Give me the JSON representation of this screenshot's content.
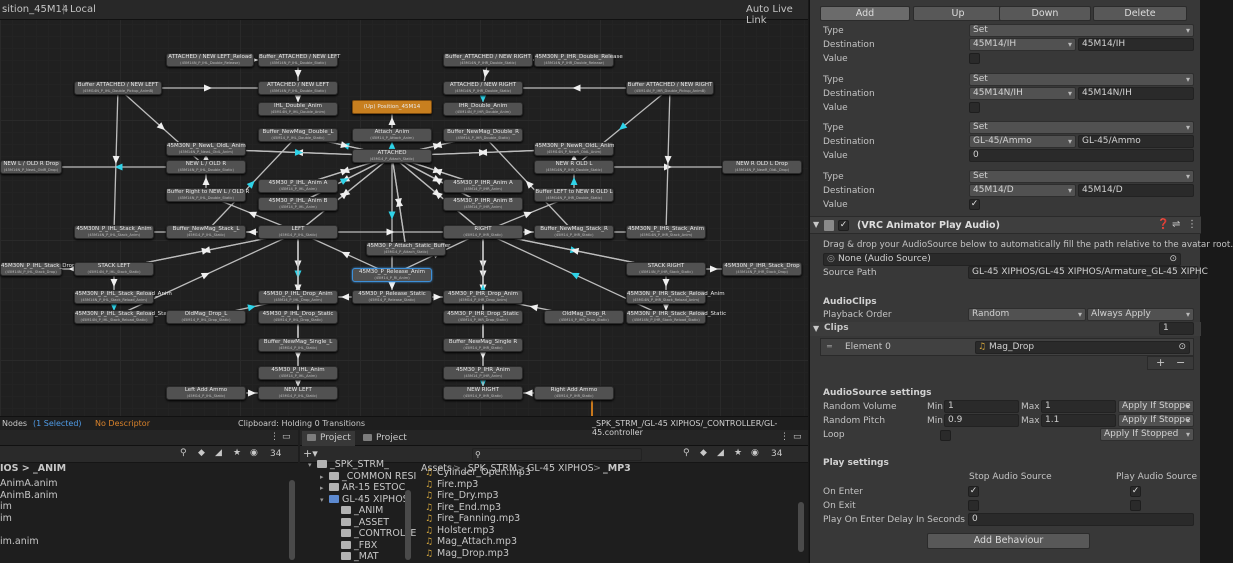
{
  "graph": {
    "tab_title": "sition_45M14",
    "layer": "Local",
    "auto_live_link": "Auto Live Link",
    "status_nodes": "Nodes",
    "status_selected": "(1 Selected)",
    "status_descriptor": "No Descriptor",
    "clipboard": "Clipboard: Holding 0 Transitions",
    "path": "_SPK_STRM_/GL-45 XIPHOS/_CONTROLLER/GL-45.controller",
    "nodes": [
      {
        "n": "ATTACHED / NEW LEFT_Reload",
        "s": "(45M14N_P_IHL_Double_Release)"
      },
      {
        "n": "Buffer_ATTACHED / NEW LEFT",
        "s": "(45M14N_P_IHL_Double_Static)"
      },
      {
        "n": "Buffer_ATTACHED / NEW RIGHT",
        "s": "(45M14N_P_IHR_Double_Static)"
      },
      {
        "n": "45M30N_P_IHR_Double_Release",
        "s": "(45M14N_P_IHR_Double_Release)"
      },
      {
        "n": "Buffer ATTACHED / NEW LEFT",
        "s": "(45M14N_P_IHL_Double_Pickup_AnimB)"
      },
      {
        "n": "ATTACHED / NEW LEFT",
        "s": "(45M14N_P_IHL_Double_Static)"
      },
      {
        "n": "ATTACHED / NEW RIGHT",
        "s": "(45M14N_P_IHR_Double_Static)"
      },
      {
        "n": "Buffer ATTACHED / NEW RIGHT",
        "s": "(45M14N_P_IHR_Double_Pickup_AnimB)"
      },
      {
        "n": "IHL_Double_Anim",
        "s": "(45M14N_P_IHL_Double_Anim)"
      },
      {
        "n": "(Up) Position_45M14",
        "s": ""
      },
      {
        "n": "IHR_Double_Anim",
        "s": "(45M14N_P_IHR_Double_Anim)"
      },
      {
        "n": "Attach_Anim",
        "s": "(45M14_P_Attach_Anim)"
      },
      {
        "n": "Buffer_NewMag_Double_L",
        "s": "(45M14_P_IHL_Double_Static)"
      },
      {
        "n": "Buffer_NewMag_Double_R",
        "s": "(45M14_P_IHR_Double_Static)"
      },
      {
        "n": "45M30N_P_NewL_OldL_Anim",
        "s": "(45M14N_P_NewL_OldL_Anim)"
      },
      {
        "n": "ATTACHED",
        "s": "(45M14_P_Attach_Static)"
      },
      {
        "n": "45M30N_P_NewR_OldL_Anim",
        "s": "(45M14N_P_NewR_OldL_Anim)"
      },
      {
        "n": "NEW L / OLD R Drop",
        "s": "(45M14N_P_NewL_OldR_Drop)"
      },
      {
        "n": "NEW L / OLD R",
        "s": "(45M14N_P_IHL_Double_Static)"
      },
      {
        "n": "NEW R OLD L",
        "s": "(45M14N_P_IHR_Double_Static)"
      },
      {
        "n": "NEW R OLD L Drop",
        "s": "(45M14N_P_NewR_OldL_Drop)"
      },
      {
        "n": "45M30_P_IHL_Anim A",
        "s": "(45M14_P_IHL_Anim)"
      },
      {
        "n": "45M30_P_IHR_Anim A",
        "s": "(45M14_P_IHR_Anim)"
      },
      {
        "n": "Buffer Right to NEW L / OLD R",
        "s": "(45M14N_P_IHL_Double_Static)"
      },
      {
        "n": "45M30_P_IHL_Anim B",
        "s": "(45M14_P_IHL_Anim)"
      },
      {
        "n": "45M30_P_IHR_Anim B",
        "s": "(45M14_P_IHR_Anim)"
      },
      {
        "n": "Buffer LEFT to NEW R OLD L",
        "s": "(45M14N_P_IHR_Double_Static)"
      },
      {
        "n": "45M30N_P_IHL_Stack_Anim",
        "s": "(45M14N_P_IHL_Stack_Anim)"
      },
      {
        "n": "Buffer_NewMag_Stack_L",
        "s": "(45M14_P_IHL_Static)"
      },
      {
        "n": "LEFT",
        "s": "(45M14_P_IHL_Static)"
      },
      {
        "n": "45M30_P_Attach_Static_Buffer",
        "s": "(45M14_P_Attach_Static)"
      },
      {
        "n": "RIGHT",
        "s": "(45M14_P_IHR_Static)"
      },
      {
        "n": "Buffer_NewMag_Stack_R",
        "s": "(45M14_P_IHR_Static)"
      },
      {
        "n": "45M30N_P_IHR_Stack_Anim",
        "s": "(45M14N_P_IHR_Stack_Anim)"
      },
      {
        "n": "45M30N_P_IHL_Stack_Drop",
        "s": "(45M14N_P_IHL_Stack_Drop)"
      },
      {
        "n": "STACK LEFT",
        "s": "(45M14N_P_IHL_Stack_Static)"
      },
      {
        "n": "45M30_P_Release_Anim",
        "s": "(45M14_P_Rl_Anim)"
      },
      {
        "n": "STACK RIGHT",
        "s": "(45M14N_P_IHR_Stack_Static)"
      },
      {
        "n": "45M30N_P_IHR_Stack_Drop",
        "s": "(45M14N_P_IHR_Stack_Drop)"
      },
      {
        "n": "45M30N_P_IHL_Stack_Reload_Anim",
        "s": "(45M14N_P_IHL_Stack_Reload_Anim)"
      },
      {
        "n": "45M30_P_IHL_Drop_Anim",
        "s": "(45M14_P_IHL_Drop_Anim)"
      },
      {
        "n": "45M30_P_Release_Static",
        "s": "(45M14_P_Release_Static)"
      },
      {
        "n": "45M30_P_IHR_Drop_Anim",
        "s": "(45M14_P_IHR_Drop_Anim)"
      },
      {
        "n": "45M30N_P_IHR_Stack_Reload_Anim",
        "s": "(45M14N_P_IHR_Stack_Reload_Anim)"
      },
      {
        "n": "45M30N_P_IHL_Stack_Reload_Static",
        "s": "(45M14N_P_IHL_Stack_Reload_Static)"
      },
      {
        "n": "OldMag_Drop_L",
        "s": "(45M14_P_IHL_Drop_Static)"
      },
      {
        "n": "45M30_P_IHL_Drop_Static",
        "s": "(45M14_P_IHL_Drop_Static)"
      },
      {
        "n": "45M30_P_IHR_Drop_Static",
        "s": "(45M14_P_IHR_Drop_Static)"
      },
      {
        "n": "OldMag_Drop_R",
        "s": "(45M14_P_IHR_Drop_Static)"
      },
      {
        "n": "45M30N_P_IHR_Stack_Reload_Static",
        "s": "(45M14N_P_IHR_Stack_Reload_Static)"
      },
      {
        "n": "Buffer_NewMag_Single_L",
        "s": "(45M14_P_IHL_Static)"
      },
      {
        "n": "Buffer_NewMag_Single R",
        "s": "(45M14_P_IHR_Static)"
      },
      {
        "n": "45M30_P_IHL_Anim",
        "s": "(45M14_P_IHL_Anim)"
      },
      {
        "n": "45M30_P_IHR_Anim",
        "s": "(45M14_P_IHR_Anim)"
      },
      {
        "n": "Left Add Ammo",
        "s": "(45M14_P_IHL_Static)"
      },
      {
        "n": "NEW LEFT",
        "s": "(45M14_P_IHL_Static)"
      },
      {
        "n": "NEW RIGHT",
        "s": "(45M14_P_IHR_Static)"
      },
      {
        "n": "Right Add Ammo",
        "s": "(45M14_P_IHR_Static)"
      }
    ]
  },
  "inspector": {
    "add": "Add",
    "up": "Up",
    "down": "Down",
    "delete": "Delete",
    "type_label": "Type",
    "dest_label": "Destination",
    "value_label": "Value",
    "params": [
      {
        "type": "Set",
        "dest": "45M14/IH",
        "dest2": "45M14/IH",
        "value": ""
      },
      {
        "type": "Set",
        "dest": "45M14N/IH",
        "dest2": "45M14N/IH",
        "value": ""
      },
      {
        "type": "Set",
        "dest": "GL-45/Ammo",
        "dest2": "GL-45/Ammo",
        "value": "0"
      },
      {
        "type": "Set",
        "dest": "45M14/D",
        "dest2": "45M14/D",
        "value": "✓"
      }
    ],
    "component_title": "(VRC Animator Play Audio)",
    "drag_hint": "Drag & drop your AudioSource below to automatically fill the path relative to the avatar root.",
    "audio_source": "None (Audio Source)",
    "source_path_label": "Source Path",
    "source_path": "GL-45 XIPHOS/GL-45 XIPHOS/Armature_GL-45 XIPHC",
    "audioclips_label": "AudioClips",
    "playback_label": "Playback Order",
    "playback_value": "Random",
    "apply_value": "Always Apply",
    "clips_label": "Clips",
    "clips_count": "1",
    "element_label": "Element 0",
    "element_value": "Mag_Drop",
    "settings_label": "AudioSource settings",
    "rvol_label": "Random Volume",
    "rpitch_label": "Random Pitch",
    "loop_label": "Loop",
    "min_label": "Min",
    "max_label": "Max",
    "rvol_min": "1",
    "rvol_max": "1",
    "rvol_apply": "Apply If Stoppe",
    "rpitch_min": "0.9",
    "rpitch_max": "1.1",
    "rpitch_apply": "Apply If Stoppe",
    "loop_apply": "Apply If Stopped",
    "play_settings_label": "Play settings",
    "stop_audio_label": "Stop Audio Source",
    "play_audio_label": "Play Audio Source",
    "on_enter": "On Enter",
    "on_exit": "On Exit",
    "delay_label": "Play On Enter Delay In Seconds",
    "delay_value": "0",
    "add_behaviour": "Add Behaviour"
  },
  "project_left": {
    "crumb": "IOS > _ANIM",
    "count": "34",
    "items": [
      "AnimA.anim",
      "AnimB.anim",
      "im",
      "im",
      "",
      "im.anim"
    ]
  },
  "project_mid": {
    "tab1": "Project",
    "tab2": "Project",
    "tree": [
      "_SPK_STRM_",
      "_COMMON RESI",
      "AR-15 ESTOC",
      "GL-45 XIPHOS",
      "_ANIM",
      "_ASSET",
      "_CONTROLLE",
      "_FBX",
      "_MAT"
    ]
  },
  "project_right": {
    "crumb": [
      "Assets",
      "_SPK_STRM_",
      "GL-45 XIPHOS",
      "_MP3"
    ],
    "count": "34",
    "files": [
      "Cylinder_Open.mp3",
      "Fire.mp3",
      "Fire_Dry.mp3",
      "Fire_End.mp3",
      "Fire_Fanning.mp3",
      "Holster.mp3",
      "Mag_Attach.mp3",
      "Mag_Drop.mp3"
    ]
  }
}
